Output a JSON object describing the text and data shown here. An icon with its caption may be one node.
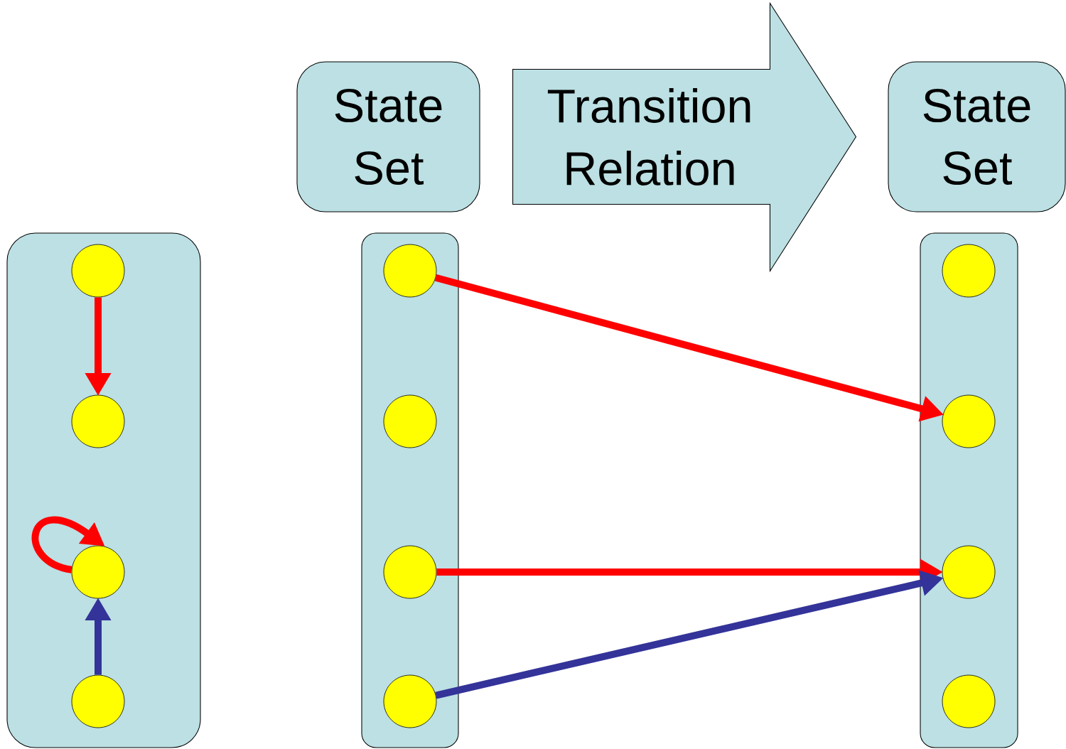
{
  "diagram": {
    "nodes": [
      {
        "text": [
          "State Set"
        ]
      },
      {
        "text": [
          "State Set"
        ]
      },
      {
        "text": [],
        "shape": "box"
      },
      {
        "text": [],
        "shape": "circle",
        "in": 2
      },
      {
        "text": [],
        "shape": "circle",
        "in": 2
      },
      {
        "text": [],
        "shape": "circle",
        "in": 2
      },
      {
        "text": [],
        "shape": "circle",
        "in": 2
      },
      {
        "text": [],
        "shape": "box"
      },
      {
        "text": [],
        "shape": "circle",
        "in": 7
      },
      {
        "text": [],
        "shape": "circle",
        "in": 7
      },
      {
        "text": [],
        "shape": "circle",
        "in": 7
      },
      {
        "text": [],
        "shape": "circle",
        "in": 7
      },
      {
        "text": [],
        "shape": "box"
      },
      {
        "text": [],
        "shape": "circle",
        "in": 12
      },
      {
        "text": [],
        "shape": "circle",
        "in": 12
      },
      {
        "text": [],
        "shape": "circle",
        "in": 12
      },
      {
        "text": [],
        "shape": "circle",
        "in": 12
      }
    ],
    "edges": [
      {
        "from": 0,
        "to": 1,
        "arrow": "to",
        "label": "Transition Relation",
        "style": "thick",
        "color": "#bce0e3"
      },
      {
        "from": 3,
        "to": 4,
        "arrow": "to"
      },
      {
        "from": 5,
        "to": 5,
        "arrow": "to"
      },
      {
        "from": 6,
        "to": 5,
        "arrow": "to",
        "color": "#333399"
      },
      {
        "from": 8,
        "to": 14,
        "arrow": "to"
      },
      {
        "from": 10,
        "to": 15,
        "arrow": "to"
      },
      {
        "from": 11,
        "to": 15,
        "arrow": "to",
        "color": "#333399"
      }
    ]
  }
}
